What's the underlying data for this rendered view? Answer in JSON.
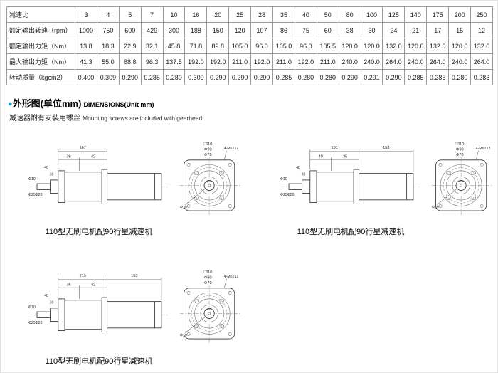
{
  "colors": {
    "accent": "#18a7c8"
  },
  "table": {
    "row_labels": [
      "减速比",
      "额定输出转速（rpm）",
      "额定输出力矩（Nm）",
      "最大输出力矩（Nm）",
      "转动质量（kgcm2）"
    ],
    "rows": [
      [
        "3",
        "4",
        "5",
        "7",
        "10",
        "16",
        "20",
        "25",
        "28",
        "35",
        "40",
        "50",
        "80",
        "100",
        "125",
        "140",
        "175",
        "200",
        "250"
      ],
      [
        "1000",
        "750",
        "600",
        "429",
        "300",
        "188",
        "150",
        "120",
        "107",
        "86",
        "75",
        "60",
        "38",
        "30",
        "24",
        "21",
        "17",
        "15",
        "12"
      ],
      [
        "13.8",
        "18.3",
        "22.9",
        "32.1",
        "45.8",
        "71.8",
        "89.8",
        "105.0",
        "96.0",
        "105.0",
        "96.0",
        "105.5",
        "120.0",
        "120.0",
        "132.0",
        "120.0",
        "132.0",
        "120.0",
        "132.0"
      ],
      [
        "41.3",
        "55.0",
        "68.8",
        "96.3",
        "137.5",
        "192.0",
        "192.0",
        "211.0",
        "192.0",
        "211.0",
        "192.0",
        "211.0",
        "240.0",
        "240.0",
        "264.0",
        "240.0",
        "264.0",
        "240.0",
        "264.0"
      ],
      [
        "0.400",
        "0.309",
        "0.290",
        "0.285",
        "0.280",
        "0.309",
        "0.290",
        "0.290",
        "0.290",
        "0.285",
        "0.280",
        "0.280",
        "0.290",
        "0.291",
        "0.290",
        "0.285",
        "0.285",
        "0.280",
        "0.283"
      ]
    ]
  },
  "section": {
    "bullet": "●",
    "title_cn": "外形图(单位mm)",
    "title_en": "DIMENSIONS(Unit mm)",
    "subtitle_cn": "减速器附有安装用螺丝",
    "subtitle_en": "Mounting screws are included with gearhead"
  },
  "drawings": [
    {
      "caption": "110型无刷电机配90行星减速机",
      "side": {
        "total": "167",
        "seg1": "36",
        "seg2": "42",
        "h1": "40",
        "h2": "30",
        "shaft1": "Φ10",
        "shaft2": "Φ25Φ20"
      },
      "front": {
        "square": "□110",
        "circle1": "Φ90",
        "circle2": "Φ70",
        "screws": "4-M6T12",
        "shaft": "Φ19"
      }
    },
    {
      "caption": "110型无刷电机配90行星减速机",
      "side": {
        "total": "191",
        "motor": "153",
        "seg1": "40",
        "seg2": "35",
        "h1": "40",
        "h2": "30",
        "shaft1": "Φ10",
        "shaft2": "Φ25Φ20"
      },
      "front": {
        "square": "□110",
        "circle1": "Φ90",
        "circle2": "Φ70",
        "screws": "4-M6T12",
        "shaft": "Φ19"
      }
    },
    {
      "caption": "110型无刷电机配90行星减速机",
      "side": {
        "total": "215",
        "motor": "153",
        "seg1": "36",
        "seg2": "42",
        "h1": "40",
        "h2": "30",
        "shaft1": "Φ10",
        "shaft2": "Φ25Φ20"
      },
      "front": {
        "square": "□110",
        "circle1": "Φ90",
        "circle2": "Φ70",
        "screws": "4-M6T12",
        "shaft": "Φ19"
      }
    }
  ]
}
